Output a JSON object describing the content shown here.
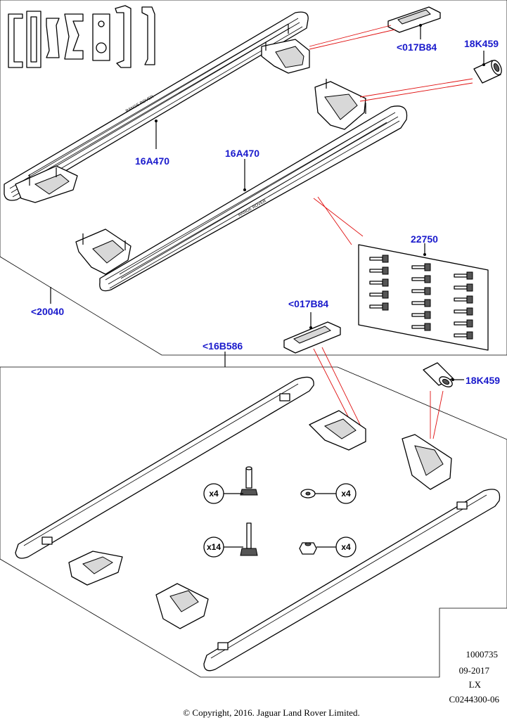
{
  "callouts": {
    "upper_bracket_label": "<017B84",
    "upper_cap_label": "18K459",
    "left_board_label": "16A470",
    "right_board_label": "16A470",
    "kit_label": "<20040",
    "fastener_card_label": "22750",
    "lower_bracket_label": "<017B84",
    "lower_kit_label": "<16B586",
    "lower_cap_label": "18K459"
  },
  "quantities": {
    "bolt_hex": "x4",
    "washer": "x4",
    "stud": "x14",
    "nut": "x4"
  },
  "info_block": {
    "line1": "1000735",
    "line2": "09-2017",
    "line3": "LX",
    "line4": "C0244300-06"
  },
  "footer": {
    "copyright": "© Copyright, 2016. Jaguar Land Rover Limited."
  },
  "colors": {
    "callout_text": "#1a1acc",
    "reference_lines": "#e01010"
  }
}
